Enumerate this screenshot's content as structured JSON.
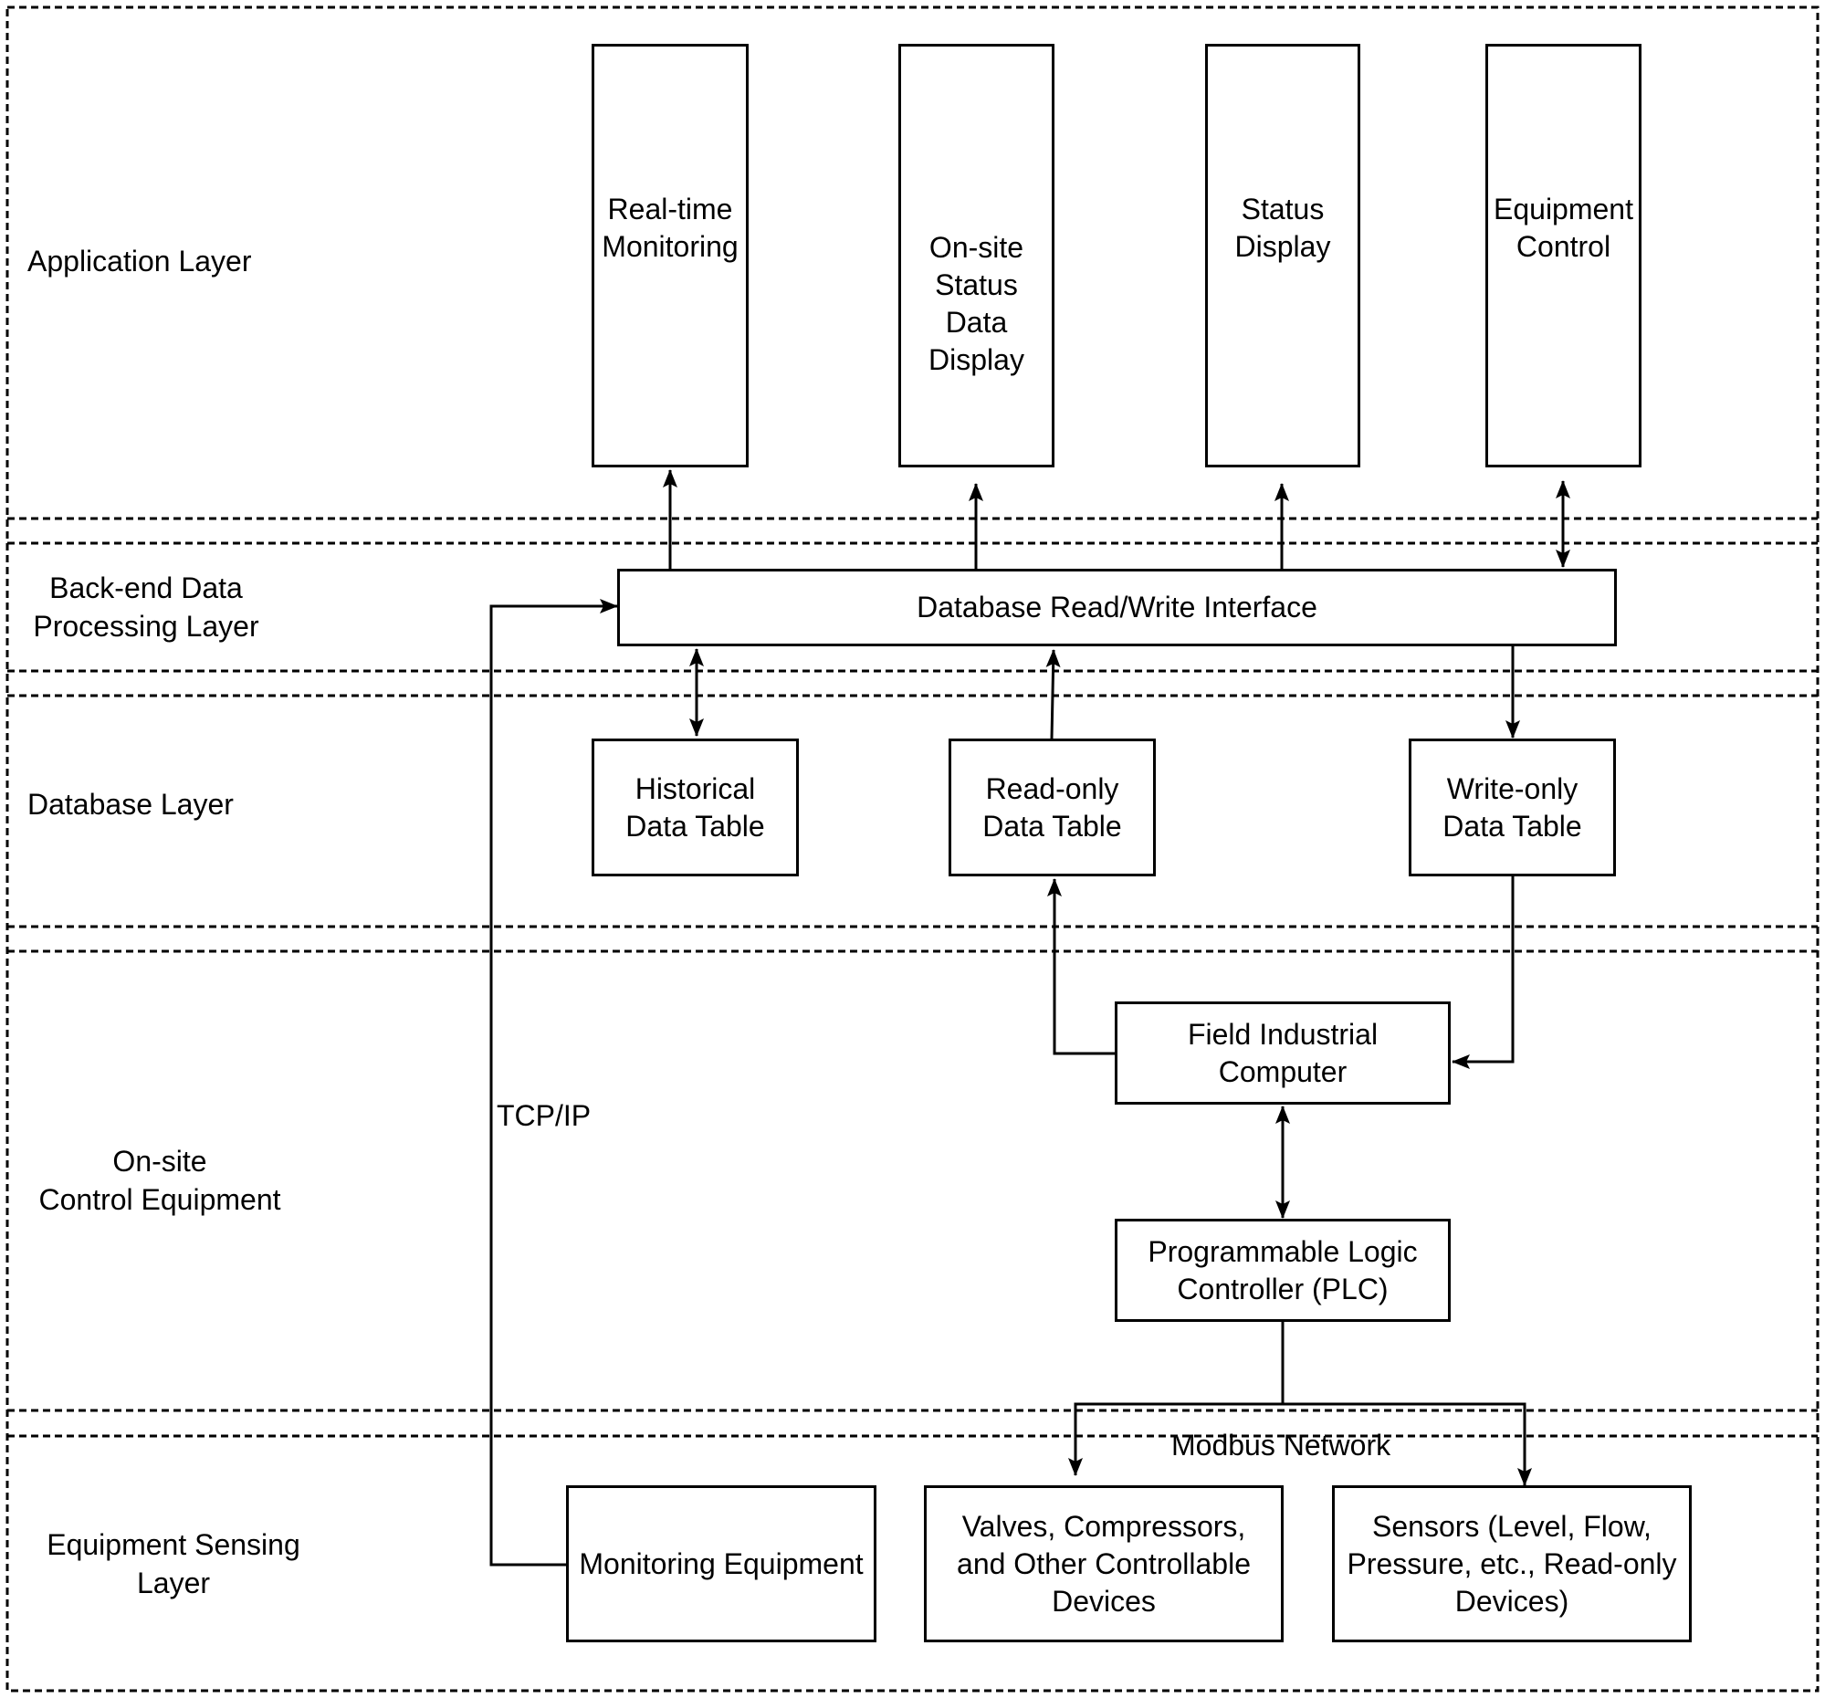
{
  "layers": {
    "application": "Application Layer",
    "backend": "Back-end Data\nProcessing Layer",
    "database": "Database Layer",
    "onsite": "On-site\nControl Equipment",
    "sensing": "Equipment Sensing\nLayer"
  },
  "nodes": {
    "realtime_monitoring": "Real-time\nMonitoring",
    "onsite_status_display": "On-site\nStatus\nData\nDisplay",
    "status_display": "Status\nDisplay",
    "equipment_control": "Equipment\nControl",
    "db_interface": "Database Read/Write Interface",
    "historical_table": "Historical\nData Table",
    "readonly_table": "Read-only\nData Table",
    "writeonly_table": "Write-only\nData Table",
    "field_computer": "Field Industrial\nComputer",
    "plc": "Programmable Logic\nController (PLC)",
    "monitoring_equipment": "Monitoring Equipment",
    "valves": "Valves, Compressors,\nand Other Controllable\nDevices",
    "sensors": "Sensors (Level, Flow,\nPressure, etc., Read-only\nDevices)"
  },
  "edges": {
    "tcpip": "TCP/IP",
    "modbus": "Modbus Network"
  }
}
